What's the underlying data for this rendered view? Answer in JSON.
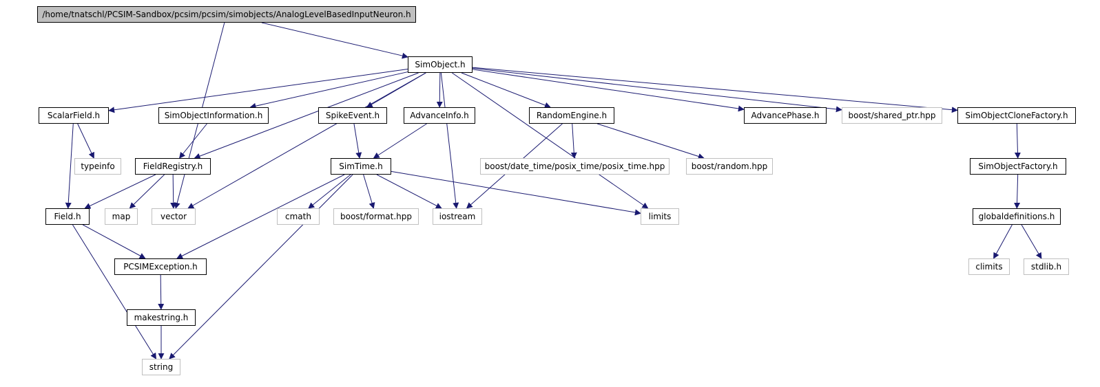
{
  "graph": {
    "edge_color": "#191970",
    "nodes": [
      {
        "id": "root",
        "label": "/home/tnatschl/PCSIM-Sandbox/pcsim/pcsim/simobjects/AnalogLevelBasedInputNeuron.h",
        "kind": "root"
      },
      {
        "id": "simobject",
        "label": "SimObject.h",
        "kind": "local"
      },
      {
        "id": "scalarfield",
        "label": "ScalarField.h",
        "kind": "local"
      },
      {
        "id": "simobjinfo",
        "label": "SimObjectInformation.h",
        "kind": "local"
      },
      {
        "id": "spikeevent",
        "label": "SpikeEvent.h",
        "kind": "local"
      },
      {
        "id": "advanceinfo",
        "label": "AdvanceInfo.h",
        "kind": "local"
      },
      {
        "id": "randomengine",
        "label": "RandomEngine.h",
        "kind": "local"
      },
      {
        "id": "advancephase",
        "label": "AdvancePhase.h",
        "kind": "local"
      },
      {
        "id": "sharedptr",
        "label": "boost/shared_ptr.hpp",
        "kind": "system"
      },
      {
        "id": "clonefactory",
        "label": "SimObjectCloneFactory.h",
        "kind": "local"
      },
      {
        "id": "typeinfo",
        "label": "typeinfo",
        "kind": "system"
      },
      {
        "id": "fieldregistry",
        "label": "FieldRegistry.h",
        "kind": "local"
      },
      {
        "id": "simtime",
        "label": "SimTime.h",
        "kind": "local"
      },
      {
        "id": "posixtime",
        "label": "boost/date_time/posix_time/posix_time.hpp",
        "kind": "system"
      },
      {
        "id": "random",
        "label": "boost/random.hpp",
        "kind": "system"
      },
      {
        "id": "objfactory",
        "label": "SimObjectFactory.h",
        "kind": "local"
      },
      {
        "id": "field",
        "label": "Field.h",
        "kind": "local"
      },
      {
        "id": "map",
        "label": "map",
        "kind": "system"
      },
      {
        "id": "vector",
        "label": "vector",
        "kind": "system"
      },
      {
        "id": "cmath",
        "label": "cmath",
        "kind": "system"
      },
      {
        "id": "format",
        "label": "boost/format.hpp",
        "kind": "system"
      },
      {
        "id": "iostream",
        "label": "iostream",
        "kind": "system"
      },
      {
        "id": "limits",
        "label": "limits",
        "kind": "system"
      },
      {
        "id": "globaldefs",
        "label": "globaldefinitions.h",
        "kind": "local"
      },
      {
        "id": "pcsimexc",
        "label": "PCSIMException.h",
        "kind": "local"
      },
      {
        "id": "climits",
        "label": "climits",
        "kind": "system"
      },
      {
        "id": "stdlib",
        "label": "stdlib.h",
        "kind": "system"
      },
      {
        "id": "makestring",
        "label": "makestring.h",
        "kind": "local"
      },
      {
        "id": "string",
        "label": "string",
        "kind": "system"
      }
    ],
    "edges": [
      [
        "root",
        "simobject"
      ],
      [
        "root",
        "vector"
      ],
      [
        "simobject",
        "scalarfield"
      ],
      [
        "simobject",
        "fieldregistry"
      ],
      [
        "simobject",
        "simobjinfo"
      ],
      [
        "simobject",
        "vector"
      ],
      [
        "simobject",
        "spikeevent"
      ],
      [
        "simobject",
        "advanceinfo"
      ],
      [
        "simobject",
        "iostream"
      ],
      [
        "simobject",
        "randomengine"
      ],
      [
        "simobject",
        "limits"
      ],
      [
        "simobject",
        "advancephase"
      ],
      [
        "simobject",
        "sharedptr"
      ],
      [
        "simobject",
        "clonefactory"
      ],
      [
        "scalarfield",
        "typeinfo"
      ],
      [
        "scalarfield",
        "field"
      ],
      [
        "simobjinfo",
        "fieldregistry"
      ],
      [
        "spikeevent",
        "simtime"
      ],
      [
        "advanceinfo",
        "simtime"
      ],
      [
        "randomengine",
        "posixtime"
      ],
      [
        "randomengine",
        "random"
      ],
      [
        "randomengine",
        "iostream"
      ],
      [
        "clonefactory",
        "objfactory"
      ],
      [
        "objfactory",
        "globaldefs"
      ],
      [
        "globaldefs",
        "climits"
      ],
      [
        "globaldefs",
        "stdlib"
      ],
      [
        "fieldregistry",
        "field"
      ],
      [
        "fieldregistry",
        "map"
      ],
      [
        "fieldregistry",
        "vector"
      ],
      [
        "simtime",
        "pcsimexc"
      ],
      [
        "simtime",
        "string"
      ],
      [
        "simtime",
        "cmath"
      ],
      [
        "simtime",
        "format"
      ],
      [
        "simtime",
        "iostream"
      ],
      [
        "simtime",
        "limits"
      ],
      [
        "field",
        "pcsimexc"
      ],
      [
        "field",
        "string"
      ],
      [
        "pcsimexc",
        "makestring"
      ],
      [
        "makestring",
        "string"
      ]
    ]
  }
}
